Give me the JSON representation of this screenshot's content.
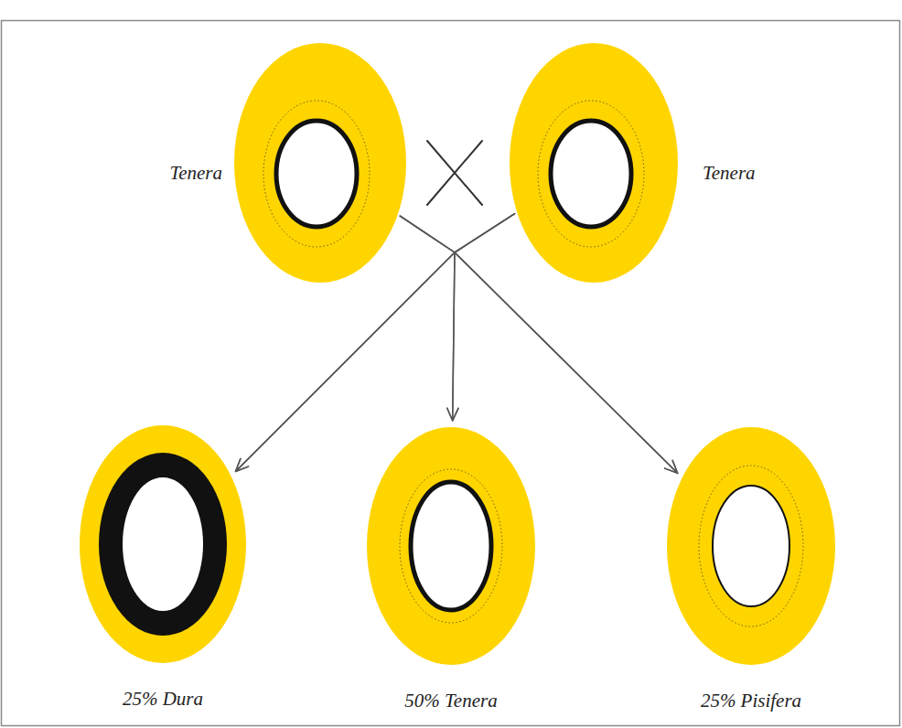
{
  "diagram": {
    "nodes": [
      {
        "text": [
          "Tenera"
        ]
      },
      {
        "text": [
          "Tenera"
        ]
      },
      {
        "text": [
          "25% Dura"
        ]
      },
      {
        "text": [
          "50% Tenera"
        ]
      },
      {
        "text": [
          "25% Pisifera"
        ]
      }
    ],
    "edges": [
      {
        "from": 0,
        "to": 2,
        "arrow": "to"
      },
      {
        "from": 0,
        "to": 3,
        "arrow": "to"
      },
      {
        "from": 0,
        "to": 4,
        "arrow": "to"
      },
      {
        "from": 1,
        "to": 2,
        "arrow": "to"
      },
      {
        "from": 1,
        "to": 3,
        "arrow": "to"
      },
      {
        "from": 1,
        "to": 4,
        "arrow": "to"
      }
    ]
  }
}
